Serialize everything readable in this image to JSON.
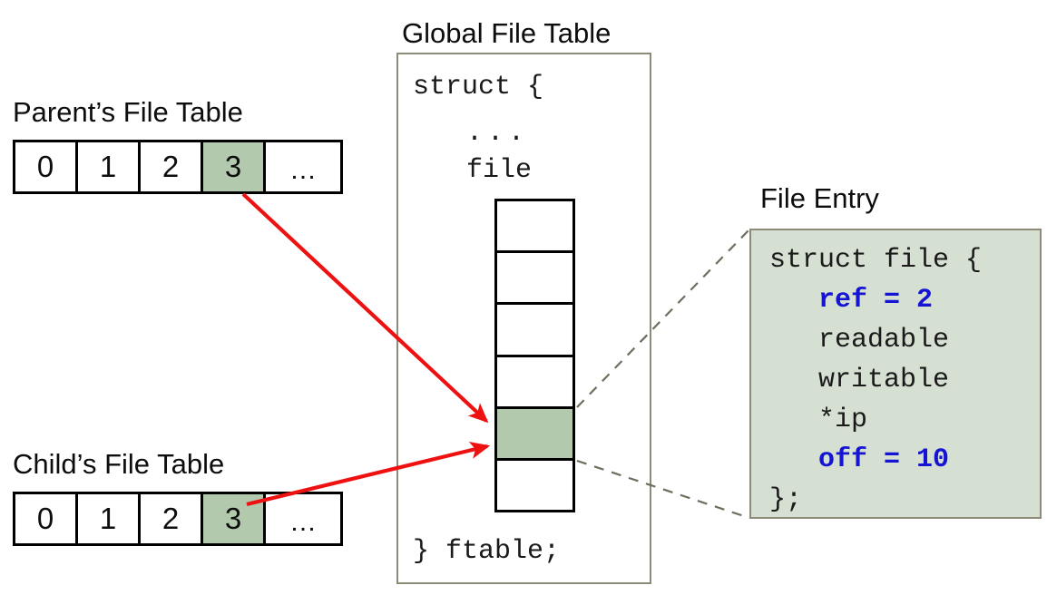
{
  "meta": {
    "colors": {
      "highlight_cell": "#b3c9ae",
      "panel_background": "#d5dfd2",
      "panel_border": "#8b8b78",
      "arrow": "#ee1111",
      "leader": "#6e6e5e",
      "accent_text": "#1414d2",
      "text": "#0d0d0d"
    }
  },
  "parent_table": {
    "title": "Parent’s File Table",
    "cells": [
      "0",
      "1",
      "2",
      "3",
      "…"
    ],
    "highlighted_index": 3
  },
  "child_table": {
    "title": "Child’s File Table",
    "cells": [
      "0",
      "1",
      "2",
      "3",
      "…"
    ],
    "highlighted_index": 3
  },
  "global_file_table": {
    "title": "Global File Table",
    "code_top_line1": "struct {",
    "code_top_line2": "...",
    "code_top_line3": "file",
    "code_bottom": "} ftable;",
    "slot_count": 6,
    "highlighted_slot_index": 4
  },
  "file_entry": {
    "title": "File Entry",
    "lines": [
      {
        "text": "struct file {",
        "accent": false
      },
      {
        "text": "ref = 2",
        "accent": true
      },
      {
        "text": "readable",
        "accent": false
      },
      {
        "text": "writable",
        "accent": false
      },
      {
        "text": "*ip",
        "accent": false
      },
      {
        "text": "off = 10",
        "accent": true
      },
      {
        "text": "};",
        "accent": false
      }
    ]
  },
  "connectors": {
    "parent_arrow_name": "parent-fd3-to-ftable-arrow",
    "child_arrow_name": "child-fd3-to-ftable-arrow",
    "leader_top_name": "ftable-slot-to-file-entry-leader-top",
    "leader_bottom_name": "ftable-slot-to-file-entry-leader-bottom"
  }
}
